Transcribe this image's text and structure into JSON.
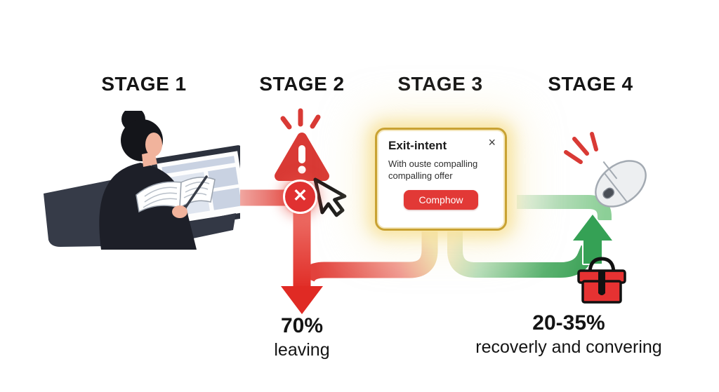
{
  "stages": [
    {
      "label": "STAGE 1"
    },
    {
      "label": "STAGE 2"
    },
    {
      "label": "STAGE 3"
    },
    {
      "label": "STAGE 4"
    }
  ],
  "popup": {
    "title": "Exit-intent",
    "body_line1": "With ouste compalling",
    "body_line2": "compalling offer",
    "button_label": "Comphow",
    "close_icon": "×"
  },
  "badges": {
    "block_x": "✕"
  },
  "stats": {
    "leaving": {
      "value": "70%",
      "label": "leaving"
    },
    "recovery": {
      "value": "20-35%",
      "label": "recoverly and convering"
    }
  },
  "icons": {
    "stage1": "person-reading-at-laptop",
    "stage2": "warning-triangle-with-cursor",
    "stage3": "exit-intent-popup",
    "stage4": "mouse-click-up-arrow-gift"
  },
  "colors": {
    "flow_red": "#e2423c",
    "flow_red_deep": "#e02a24",
    "flow_green": "#3ea259",
    "flow_green_light": "#b5ddb9",
    "gold_border": "#c9a233",
    "button_red": "#e23936",
    "alert_red": "#d93a35"
  }
}
